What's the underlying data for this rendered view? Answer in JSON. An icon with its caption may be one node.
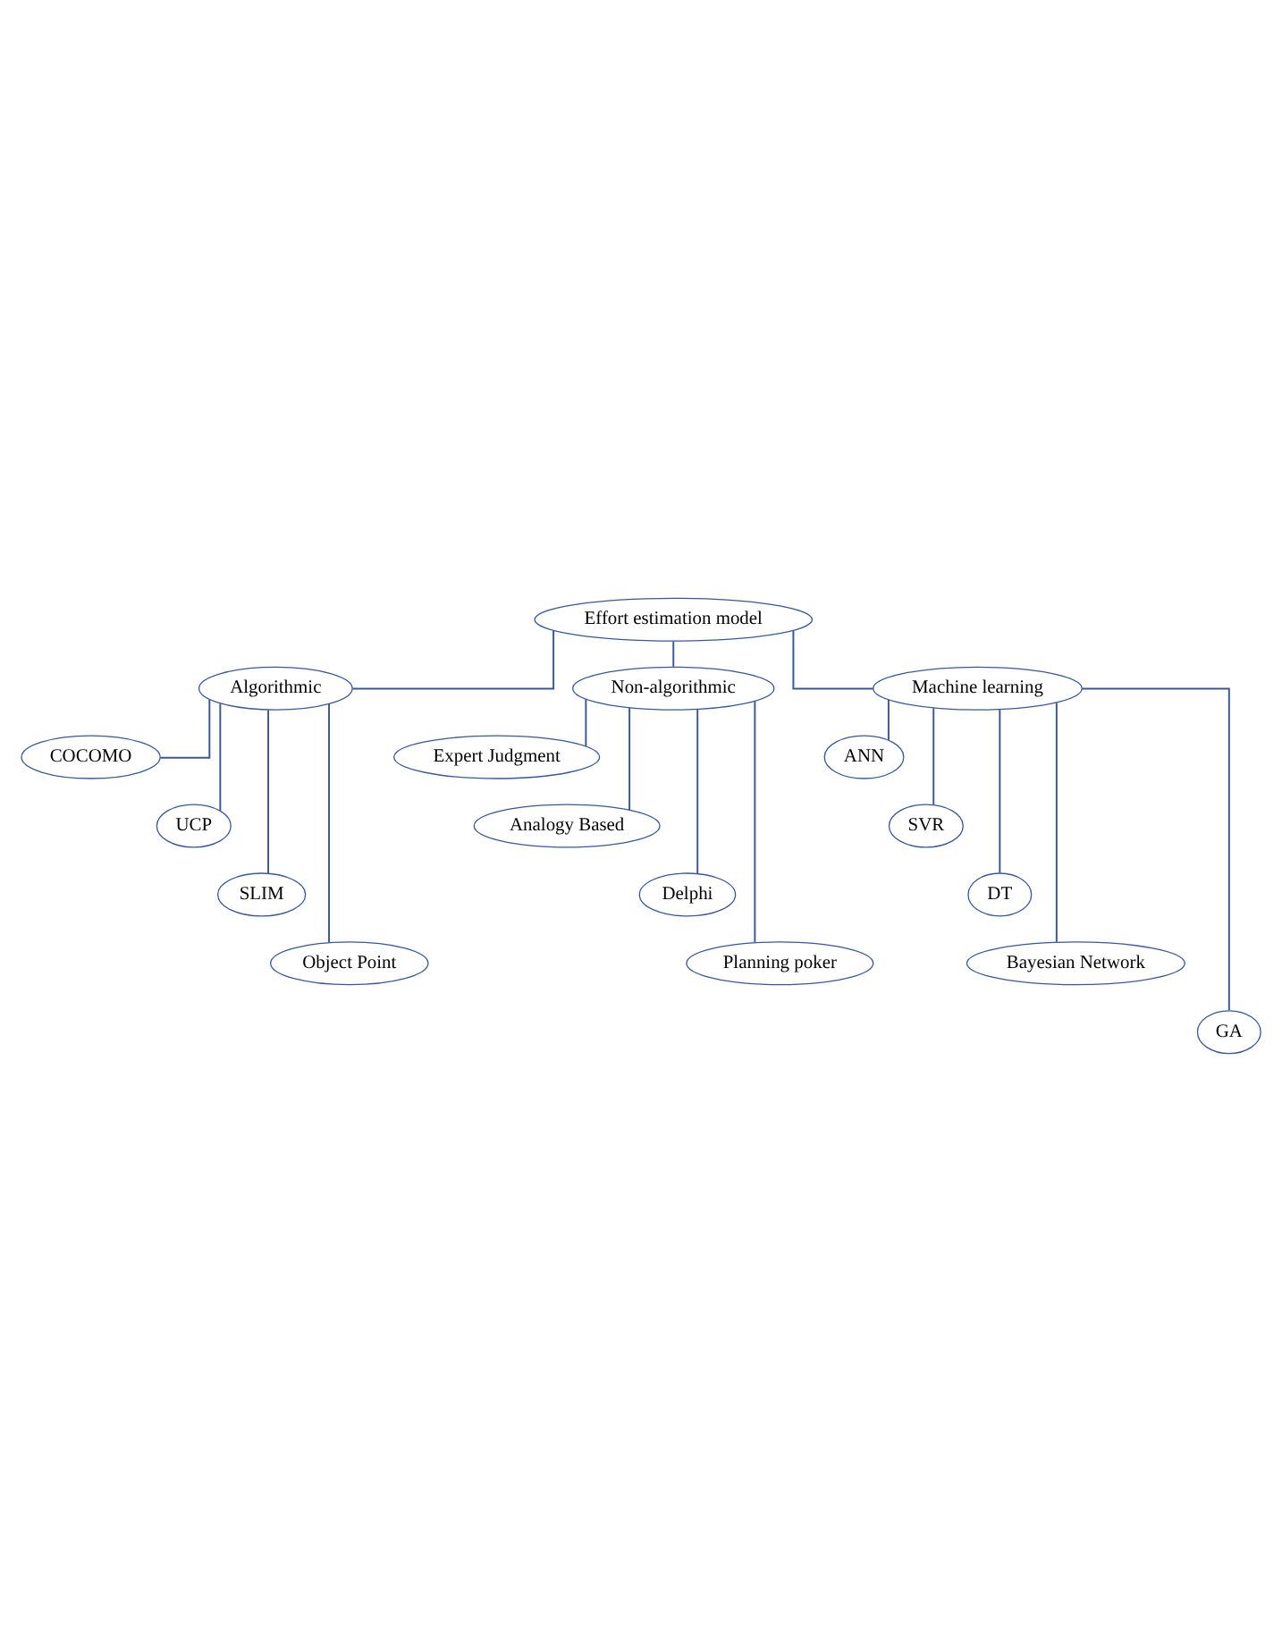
{
  "diagram": {
    "nodes": [
      {
        "text": [
          "Effort estimation model"
        ]
      },
      {
        "text": [
          "Algorithmic"
        ]
      },
      {
        "text": [
          "Non-algorithmic"
        ]
      },
      {
        "text": [
          "Machine learning"
        ]
      },
      {
        "text": [
          "COCOMO"
        ]
      },
      {
        "text": [
          "UCP"
        ]
      },
      {
        "text": [
          "SLIM"
        ]
      },
      {
        "text": [
          "Object Point"
        ]
      },
      {
        "text": [
          "Expert Judgment"
        ]
      },
      {
        "text": [
          "Analogy Based"
        ]
      },
      {
        "text": [
          "Delphi"
        ]
      },
      {
        "text": [
          "Planning poker"
        ]
      },
      {
        "text": [
          "ANN"
        ]
      },
      {
        "text": [
          "SVR"
        ]
      },
      {
        "text": [
          "DT"
        ]
      },
      {
        "text": [
          "Bayesian Network"
        ]
      },
      {
        "text": [
          "GA"
        ]
      }
    ],
    "edges": [
      {
        "from": 0,
        "to": 1,
        "arrow": "none"
      },
      {
        "from": 0,
        "to": 2,
        "arrow": "none"
      },
      {
        "from": 0,
        "to": 3,
        "arrow": "none"
      },
      {
        "from": 1,
        "to": 4,
        "arrow": "none"
      },
      {
        "from": 1,
        "to": 5,
        "arrow": "none"
      },
      {
        "from": 1,
        "to": 6,
        "arrow": "none"
      },
      {
        "from": 1,
        "to": 7,
        "arrow": "none"
      },
      {
        "from": 2,
        "to": 8,
        "arrow": "none"
      },
      {
        "from": 2,
        "to": 9,
        "arrow": "none"
      },
      {
        "from": 2,
        "to": 10,
        "arrow": "none"
      },
      {
        "from": 2,
        "to": 11,
        "arrow": "none"
      },
      {
        "from": 3,
        "to": 12,
        "arrow": "none"
      },
      {
        "from": 3,
        "to": 13,
        "arrow": "none"
      },
      {
        "from": 3,
        "to": 14,
        "arrow": "none"
      },
      {
        "from": 3,
        "to": 15,
        "arrow": "none"
      },
      {
        "from": 3,
        "to": 16,
        "arrow": "none"
      }
    ]
  }
}
